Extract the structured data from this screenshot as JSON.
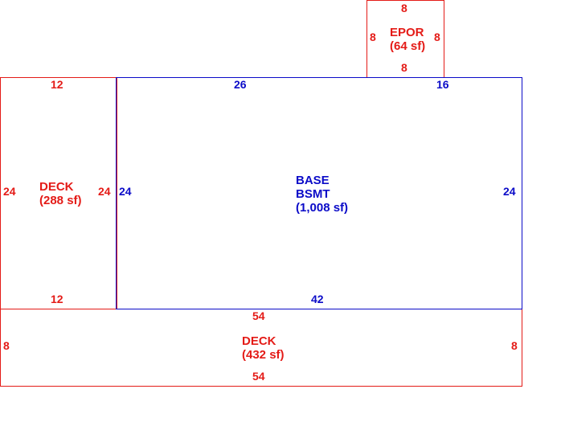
{
  "colors": {
    "deck": "#e41b17",
    "basement": "#0b0bc8",
    "background": "#ffffff"
  },
  "areas": {
    "epor": {
      "name": "EPOR",
      "area": "(64 sf)",
      "dims": {
        "top": "8",
        "bottom": "8",
        "left": "8",
        "right": "8"
      }
    },
    "deck_left": {
      "name": "DECK",
      "area": "(288 sf)",
      "dims": {
        "top": "12",
        "bottom": "12",
        "left": "24",
        "right": "24"
      }
    },
    "basement": {
      "name_line1": "BASE",
      "name_line2": "BSMT",
      "area": "(1,008 sf)",
      "dims": {
        "top_left": "26",
        "top_right": "16",
        "bottom": "42",
        "left": "24",
        "right": "24"
      }
    },
    "deck_bottom": {
      "name": "DECK",
      "area": "(432 sf)",
      "dims": {
        "top": "54",
        "bottom": "54",
        "left": "8",
        "right": "8"
      }
    }
  }
}
